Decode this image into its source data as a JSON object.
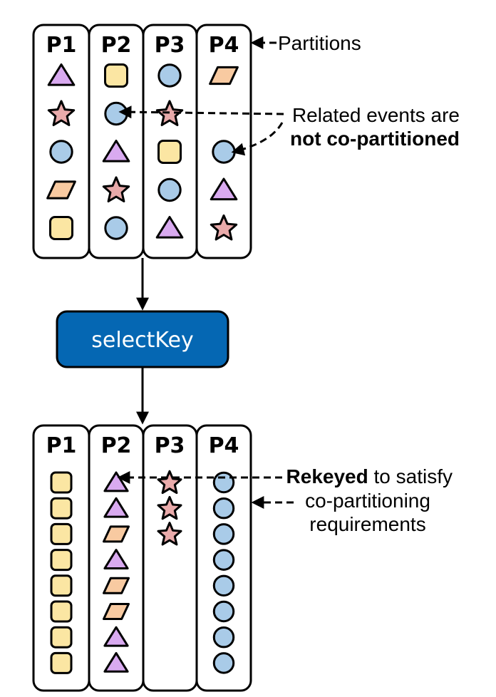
{
  "top_group": {
    "partitions": [
      {
        "label": "P1",
        "items": [
          "triangle",
          "star",
          "circle",
          "parallelogram",
          "square"
        ]
      },
      {
        "label": "P2",
        "items": [
          "square",
          "circle",
          "triangle",
          "star",
          "circle"
        ]
      },
      {
        "label": "P3",
        "items": [
          "circle",
          "star",
          "square",
          "circle",
          "triangle"
        ]
      },
      {
        "label": "P4",
        "items": [
          "parallelogram",
          "",
          "circle",
          "triangle",
          "star"
        ]
      }
    ],
    "partitions_label": "Partitions",
    "related_note_line1": "Related events are",
    "related_note_line2": "not co-partitioned"
  },
  "operation": {
    "label": "selectKey",
    "color": "#0567b3"
  },
  "bottom_group": {
    "partitions": [
      {
        "label": "P1",
        "items": [
          "square",
          "square",
          "square",
          "square",
          "square",
          "square",
          "square",
          "square"
        ]
      },
      {
        "label": "P2",
        "items": [
          "triangle",
          "triangle",
          "parallelogram",
          "triangle",
          "parallelogram",
          "parallelogram",
          "triangle",
          "triangle"
        ]
      },
      {
        "label": "P3",
        "items": [
          "star",
          "star",
          "star"
        ]
      },
      {
        "label": "P4",
        "items": [
          "circle",
          "circle",
          "circle",
          "circle",
          "circle",
          "circle",
          "circle",
          "circle"
        ]
      }
    ],
    "rekeyed_bold": "Rekeyed",
    "rekeyed_rest": " to satisfy",
    "rekeyed_line2": "co-partitioning",
    "rekeyed_line3": "requirements"
  },
  "colors": {
    "triangle": "#d9aaf0",
    "star": "#e9aaaa",
    "circle": "#a9cbe8",
    "parallelogram": "#f8caa1",
    "square": "#fbe6a3"
  }
}
